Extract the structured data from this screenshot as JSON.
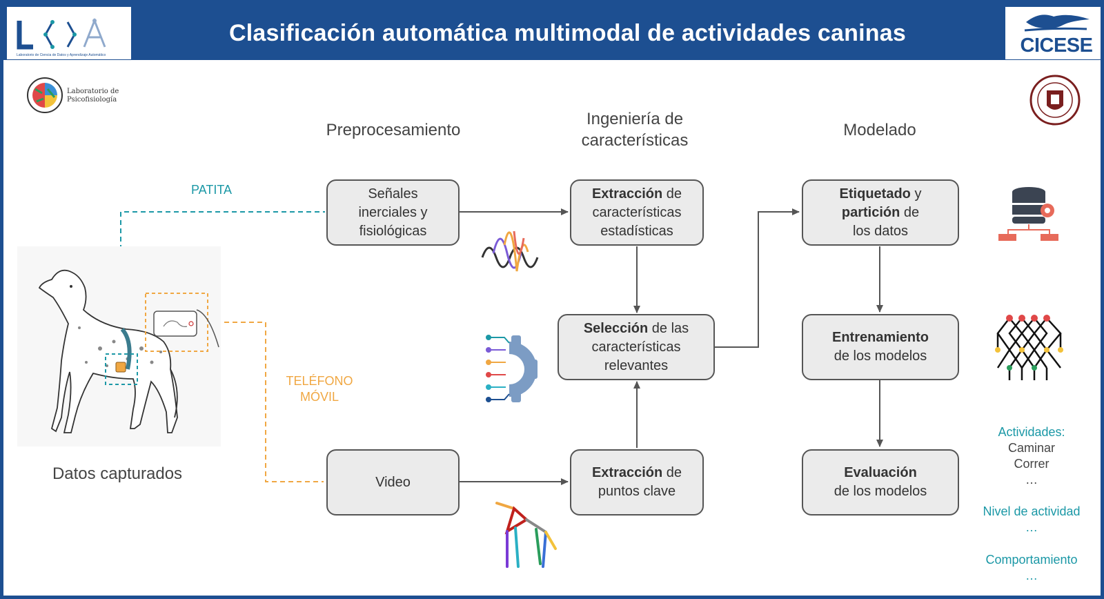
{
  "title": "Clasificación automática multimodal de actividades caninas",
  "logos": {
    "left_caption": "Laboratorio de Ciencia de Datos y Aprendizaje Automático",
    "right_name": "CICESE",
    "lab_name_line1": "Laboratorio de",
    "lab_name_line2": "Psicofisiología"
  },
  "sections": {
    "preprocessing": "Preprocesamiento",
    "feature_eng_line1": "Ingeniería de",
    "feature_eng_line2": "características",
    "modeling": "Modelado"
  },
  "inputs": {
    "sensor_label": "PATITA",
    "phone_label_line1": "TELÉFONO",
    "phone_label_line2": "MÓVIL",
    "captured": "Datos capturados"
  },
  "boxes": {
    "signals": [
      "Señales",
      "inerciales y",
      "fisiológicas"
    ],
    "video": "Video",
    "extraction_stats": {
      "bold": "Extracción",
      "rest1": " de",
      "line2": "características",
      "line3": "estadísticas"
    },
    "selection": {
      "bold": "Selección",
      "rest1": " de las",
      "line2": "características",
      "line3": "relevantes"
    },
    "extraction_keypoints": {
      "bold": "Extracción",
      "rest1": " de",
      "line2": "puntos clave"
    },
    "labeling": {
      "bold1": "Etiquetado",
      "rest1": " y",
      "bold2": "partición",
      "rest2": " de",
      "line3": "los datos"
    },
    "training": {
      "bold": "Entrenamiento",
      "line2": "de los modelos"
    },
    "evaluation": {
      "bold": "Evaluación",
      "line2": "de los modelos"
    }
  },
  "outputs": {
    "activities_title": "Actividades:",
    "activities": [
      "Caminar",
      "Correr",
      "…"
    ],
    "level_title": "Nivel de actividad",
    "level_more": "…",
    "behavior_title": "Comportamiento",
    "behavior_more": "…"
  },
  "colors": {
    "header": "#1d4f91",
    "teal": "#1b98a6",
    "orange": "#f0a742",
    "box_fill": "#ebebeb",
    "box_border": "#555555"
  }
}
